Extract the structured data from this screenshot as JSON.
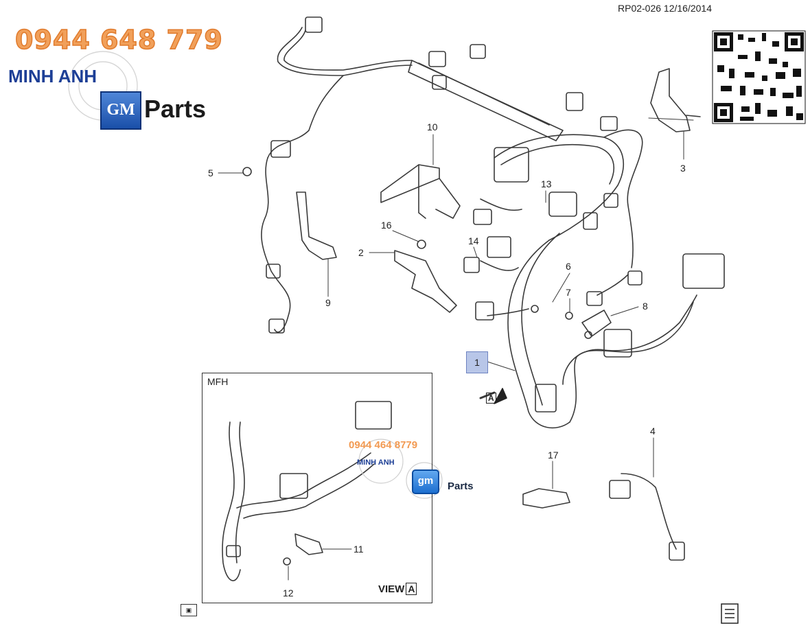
{
  "header": {
    "reference": "RP02-026  12/16/2014"
  },
  "watermark": {
    "phone": "0944 648 779",
    "company": "MINH ANH",
    "brand": "GM",
    "brand_suffix": "Parts",
    "phone_small": "0944 464 8779",
    "company_small": "MINH ANH",
    "brand_small": "gm",
    "brand_suffix_small": "Parts"
  },
  "callouts": {
    "c1": "1",
    "c2": "2",
    "c3": "3",
    "c4": "4",
    "c5": "5",
    "c6": "6",
    "c7": "7",
    "c8": "8",
    "c9": "9",
    "c10": "10",
    "c11": "11",
    "c12": "12",
    "c13": "13",
    "c14": "14",
    "c16": "16",
    "c17": "17"
  },
  "view_arrow_label": "A",
  "inset": {
    "title": "MFH",
    "view_label": "VIEW",
    "view_letter": "A"
  },
  "colors": {
    "line": "#3a3a3a",
    "highlight": "#b8c6e8",
    "phone_orange": "#f1a05a",
    "brand_blue": "#1d3f96"
  },
  "icons": [
    "qr-code-icon",
    "gear-icon",
    "gm-logo-icon",
    "page-icon",
    "book-icon"
  ]
}
